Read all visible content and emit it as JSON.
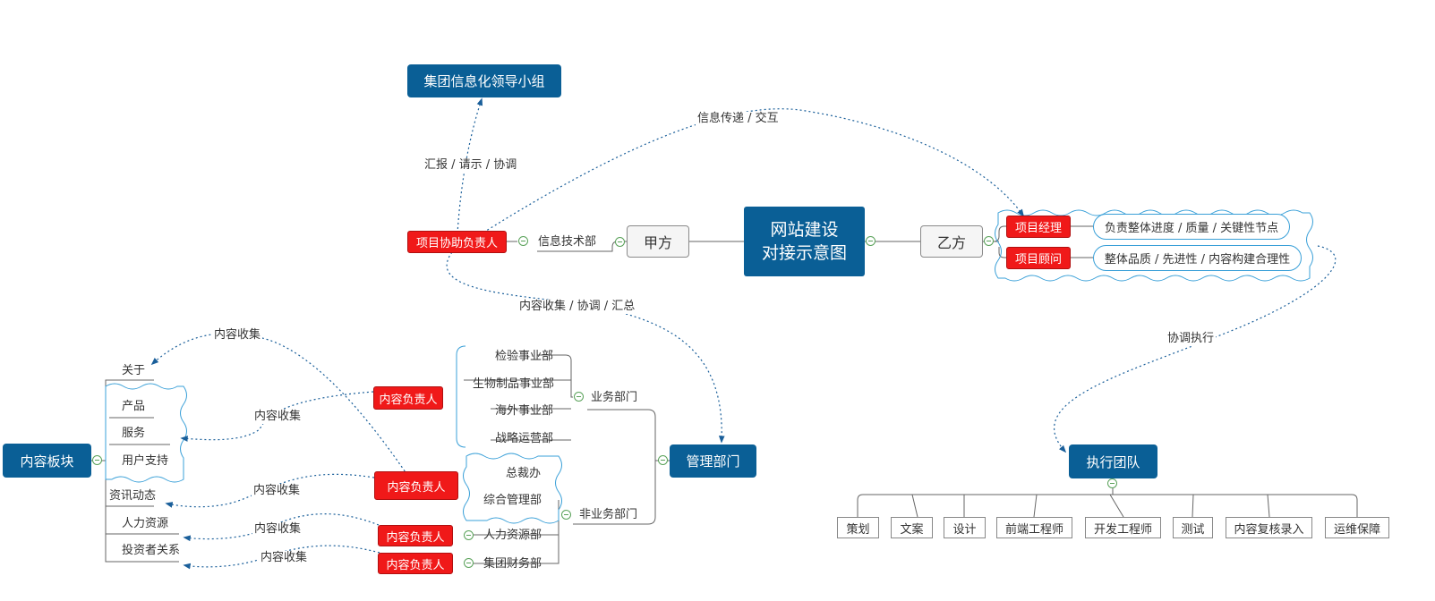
{
  "center": {
    "line1": "网站建设",
    "line2": "对接示意图"
  },
  "party_a": {
    "label": "甲方",
    "dept": "信息技术部",
    "assistant": "项目协助负责人",
    "leadership": "集团信息化领导小组",
    "report_label": "汇报 / 请示 / 协调",
    "exchange_label": "信息传递 / 交互",
    "collect_label": "内容收集 / 协调 / 汇总"
  },
  "party_b": {
    "label": "乙方",
    "pm": "项目经理",
    "pm_desc": "负责整体进度 / 质量 / 关键性节点",
    "consultant": "项目顾问",
    "consultant_desc": "整体品质 / 先进性 / 内容构建合理性",
    "coordinate_label": "协调执行"
  },
  "execution": {
    "title": "执行团队",
    "members": [
      "策划",
      "文案",
      "设计",
      "前端工程师",
      "开发工程师",
      "测试",
      "内容复核录入",
      "运维保障"
    ]
  },
  "management": {
    "title": "管理部门",
    "business_group": "业务部门",
    "business_units": [
      "检验事业部",
      "生物制品事业部",
      "海外事业部",
      "战略运营部"
    ],
    "non_business_group": "非业务部门",
    "non_business_boxed": [
      "总裁办",
      "综合管理部"
    ],
    "hr": "人力资源部",
    "finance": "集团财务部",
    "owner": "内容负责人"
  },
  "content": {
    "title": "内容板块",
    "sections": [
      "关于",
      "产品",
      "服务",
      "用户支持",
      "资讯动态",
      "人力资源",
      "投资者关系"
    ],
    "collect": "内容收集"
  }
}
